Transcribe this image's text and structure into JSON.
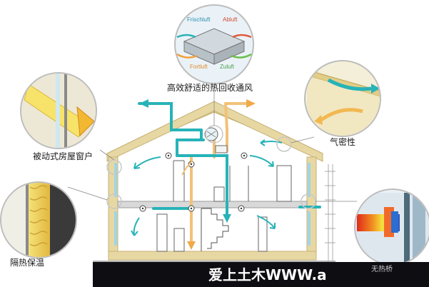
{
  "labels": {
    "hrv_title": "高效舒适的热回收通风",
    "passive_windows": "被动式房屋窗户",
    "airtightness": "气密性",
    "insulation": "隔热保温",
    "bottom_right": "无热桥"
  },
  "hrv_unit": {
    "frischluft": "Frischluft",
    "abluft": "Abluft",
    "fortluft": "Fortluft",
    "zuluft": "Zuluft"
  },
  "watermark": "爱上土木WWW.a",
  "colors": {
    "roof_wall": "#e8dca8",
    "fresh_duct": "#27b3b8",
    "exhaust_duct": "#f2c178",
    "insulation_band": "#e5c864",
    "brick": "#c24a3a",
    "heat_bridge": "#e65a28",
    "window_blue": "#9fd5e8",
    "floor_slab": "#d9d9d9",
    "watermark_bar": "#0d0d12"
  },
  "icons": [
    "airflow-arrow-icon",
    "fan-unit-icon",
    "window-frame-icon",
    "staircase-icon"
  ]
}
